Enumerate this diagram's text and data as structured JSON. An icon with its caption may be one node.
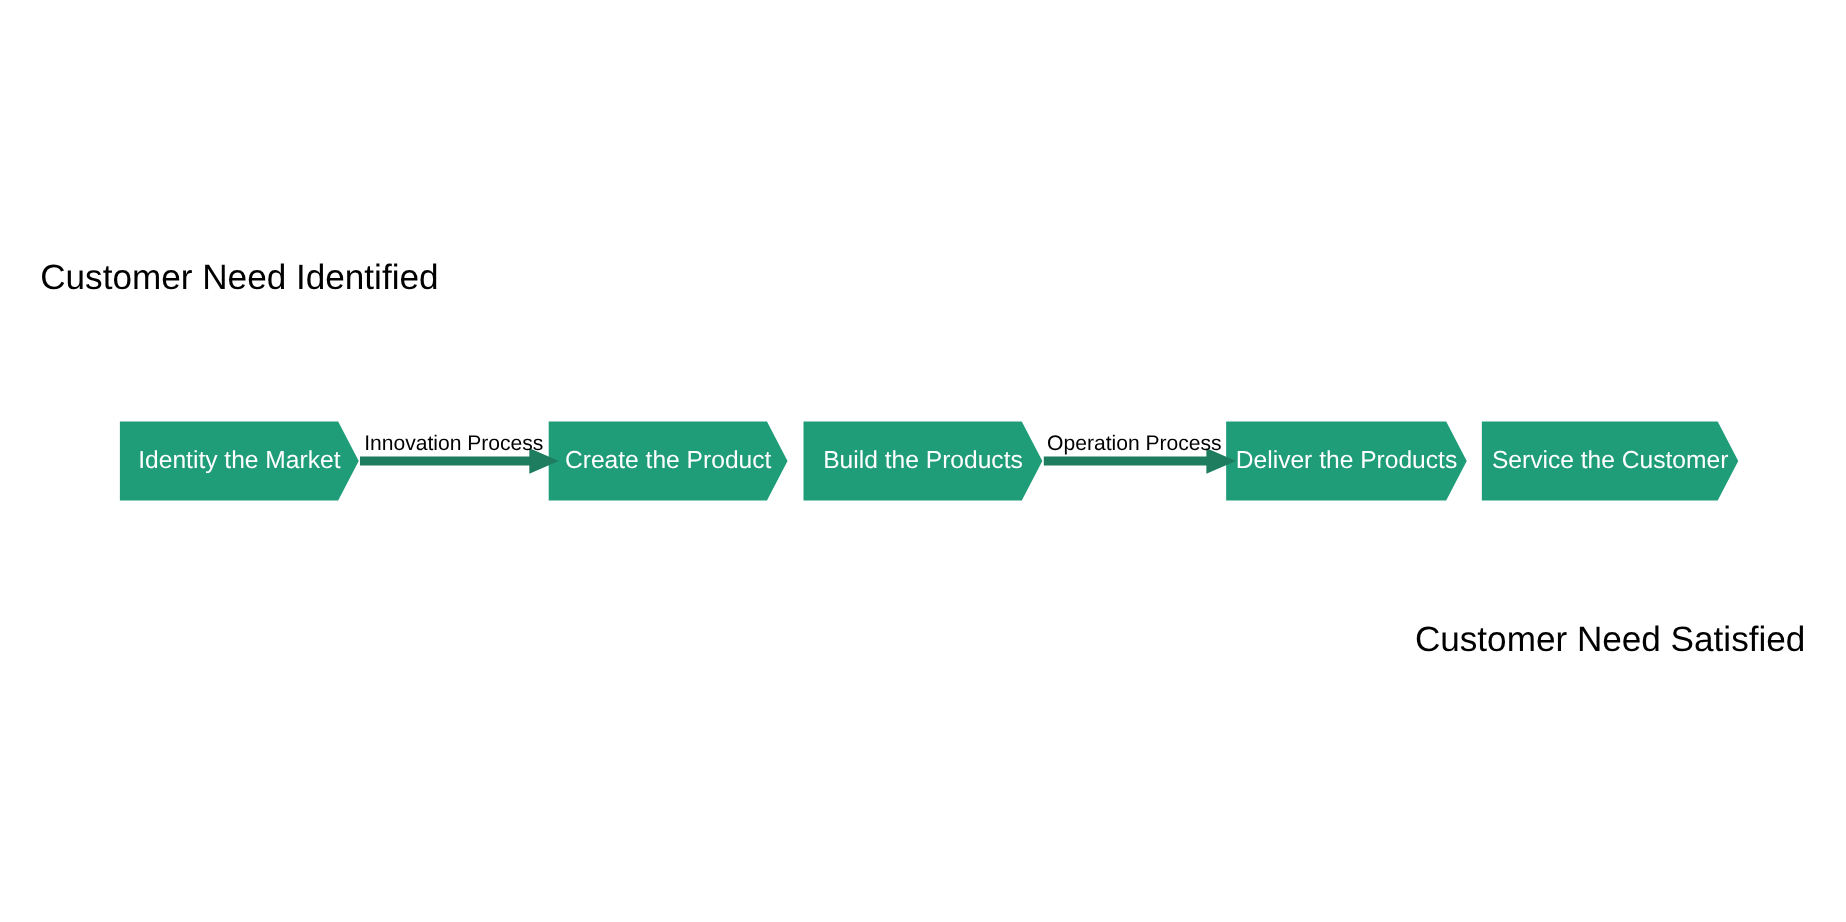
{
  "diagram": {
    "nodes": [
      {
        "text": [
          "Identity the Market"
        ]
      },
      {
        "text": [
          "Create the Product"
        ]
      },
      {
        "text": [
          "Build the Products"
        ]
      },
      {
        "text": [
          "Deliver the Products"
        ]
      },
      {
        "text": [
          "Service the Customer"
        ]
      }
    ],
    "edges": [
      {
        "from": 0,
        "to": 1,
        "arrow": "to",
        "label": "Innovation Process"
      },
      {
        "from": 2,
        "to": 3,
        "arrow": "to",
        "label": "Operation Process"
      }
    ],
    "labels": [
      "Customer Need Identified",
      "Customer Need Satisfied"
    ]
  }
}
